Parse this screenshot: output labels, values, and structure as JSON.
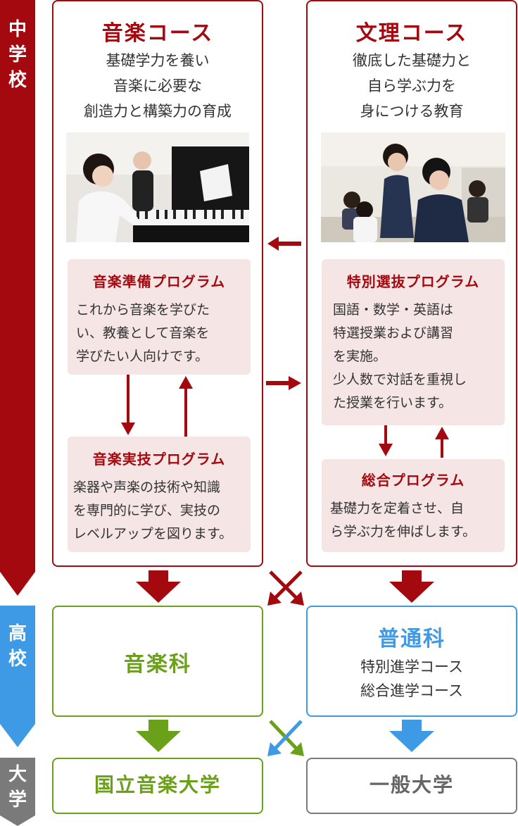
{
  "bands": {
    "middle_school": "中\n学\n校",
    "high_school": "高\n校",
    "university": "大\n学"
  },
  "music_course": {
    "title": "音楽コース",
    "description": "基礎学力を養い\n音楽に必要な\n創造力と構築力の育成",
    "program_prep": {
      "title": "音楽準備プログラム",
      "description": "これから音楽を学びた\nい、教養として音楽を\n学びたい人向けです。"
    },
    "program_practical": {
      "title": "音楽実技プログラム",
      "description": "楽器や声楽の技術や知識\nを専門的に学び、実技の\nレベルアップを図ります。"
    }
  },
  "science_course": {
    "title": "文理コース",
    "description": "徹底した基礎力と\n自ら学ぶ力を\n身につける教育",
    "program_special": {
      "title": "特別選抜プログラム",
      "description": "国語・数学・英語は\n特選授業および講習\nを実施。\n少人数で対話を重視し\nた授業を行います。"
    },
    "program_general": {
      "title": "総合プログラム",
      "description": "基礎力を定着させ、自\nら学ぶ力を伸ばします。"
    }
  },
  "high_school": {
    "music_dept": "音楽科",
    "general_dept": {
      "title": "普通科",
      "courses": "特別進学コース\n総合進学コース"
    }
  },
  "university": {
    "national_music": "国立音楽大学",
    "general": "一般大学"
  },
  "colors": {
    "middle_school": "#a3090f",
    "high_school": "#3f9ae6",
    "university": "#7a7a7a",
    "music": "#6aa01a",
    "program_bg": "#f6e5e5"
  }
}
